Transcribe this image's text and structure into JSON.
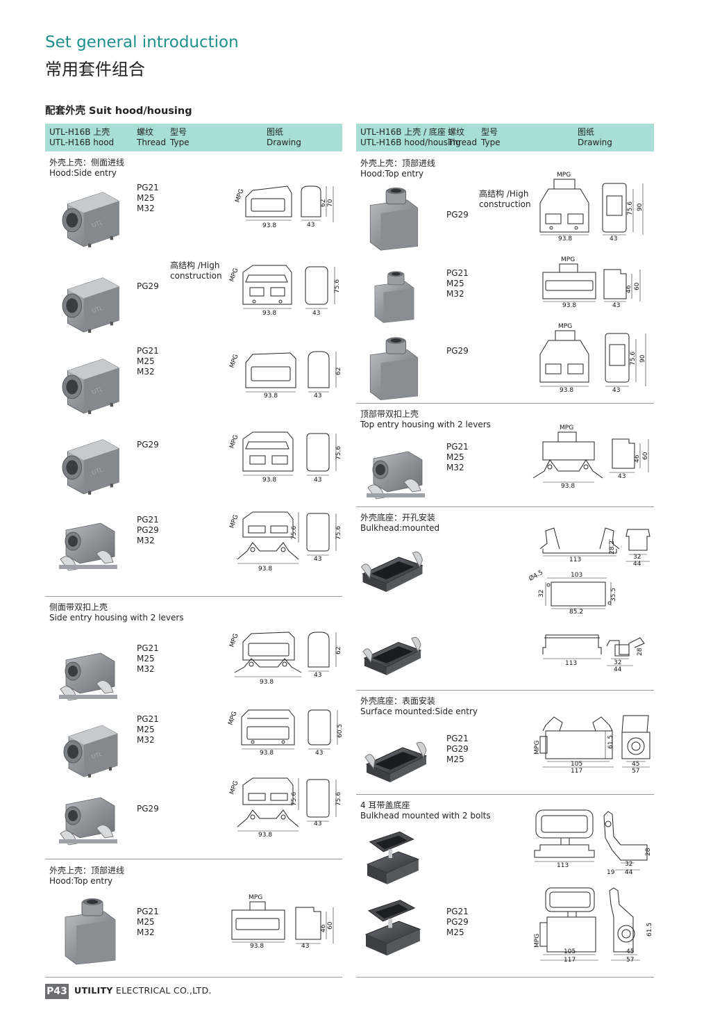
{
  "page": {
    "title_en": "Set general introduction",
    "title_cn": "常用套件组合",
    "section_title": "配套外壳  Suit hood/housing",
    "page_number": "P43",
    "company_bold": "UTILITY",
    "company_rest": "ELECTRICAL CO.,LTD."
  },
  "left_header": {
    "col1_l1": "UTL-H16B 上壳",
    "col1_l2": "UTL-H16B hood",
    "col2_l1": "螺纹",
    "col2_l2": "Thread",
    "col3_l1": "型号",
    "col3_l2": "Type",
    "col4_l1": "图纸",
    "col4_l2": "Drawing"
  },
  "right_header": {
    "col1_l1": "UTL-H16B 上壳 / 底座",
    "col1_l2": "UTL-H16B hood/housing",
    "col2_l1": "螺纹",
    "col2_l2": "Thread",
    "col3_l1": "型号",
    "col3_l2": "Type",
    "col4_l1": "图纸",
    "col4_l2": "Drawing"
  },
  "groups": {
    "l_side_cn": "外壳上壳：侧面进线",
    "l_side_en": "Hood:Side entry",
    "l_levers_cn": "侧面带双扣上壳",
    "l_levers_en": "Side entry housing with 2 levers",
    "l_top_cn": "外壳上壳：顶部进线",
    "l_top_en": "Hood:Top entry",
    "r_top_cn": "外壳上壳：顶部进线",
    "r_top_en": "Hood:Top entry",
    "r_toplev_cn": "顶部带双扣上壳",
    "r_toplev_en": "Top entry housing with 2 levers",
    "r_bulk_cn": "外壳底座：开孔安装",
    "r_bulk_en": "Bulkhead:mounted",
    "r_surf_cn": "外壳底座：表面安装",
    "r_surf_en": "Surface mounted:Side entry",
    "r_4ear_cn": "4 耳带盖底座",
    "r_4ear_en": "Bulkhead mounted with 2 bolts"
  },
  "threads": {
    "l1": "PG21\nM25\nM32",
    "l2": "PG29",
    "l3": "PG21\nM25\nM32",
    "l4": "PG29",
    "l5": "PG21\nPG29\nM32",
    "l6": "PG21\nM25\nM32",
    "l7": "PG21\nM25\nM32",
    "l8": "PG29",
    "l9": "PG21\nM25\nM32",
    "r1": "PG29",
    "r2": "PG21\nM25\nM32",
    "r3": "PG29",
    "r4": "PG21\nM25\nM32",
    "r5": "PG21\nPG29\nM25",
    "r6": "PG21\nPG29\nM25"
  },
  "notes": {
    "high_l": "高结构 /High\nconstruction",
    "high_r": "高结构 /High\nconstruction"
  },
  "dims": {
    "mpg": "MPG",
    "d93_8": "93.8",
    "d43": "43",
    "d62": "62",
    "d70": "70",
    "d75_6": "75.6",
    "d90": "90",
    "d46": "46",
    "d60": "60",
    "d60_5": "60.5",
    "d113": "113",
    "d28_2": "28.2",
    "d32": "32",
    "d44": "44",
    "d103": "103",
    "d4_5": "Ø4.5",
    "d35_5": "35.5",
    "d85_2": "85.2",
    "d28": "28",
    "d105": "105",
    "d117": "117",
    "d61_5": "61.5",
    "d45": "45",
    "d57": "57",
    "d19": "19"
  },
  "colors": {
    "accent": "#1e8f8a",
    "header_bg": "#a7dfd6",
    "photo_gray": "#8e9194"
  }
}
